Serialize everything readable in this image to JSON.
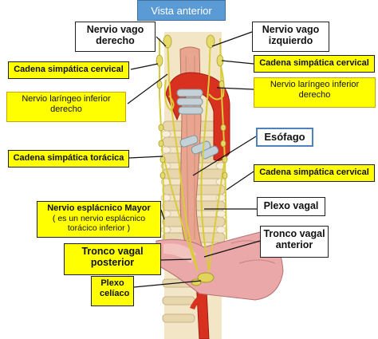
{
  "title": "Vista anterior",
  "labels": {
    "vago_derecho": "Nervio vago derecho",
    "vago_izquierdo": "Nervio vago izquierdo",
    "cadena_cervical_izq": "Cadena simpática cervical",
    "cadena_cervical_der": "Cadena simpática cervical",
    "laringeo_derecho_left": "Nervio laríngeo inferior derecho",
    "laringeo_derecho_right": "Nervio laríngeo inferior derecho",
    "esofago": "Esófago",
    "cadena_toracica": "Cadena simpática torácica",
    "cadena_cervical_lower": "Cadena simpática cervical",
    "esplacnico_line1": "Nervio esplácnico Mayor",
    "esplacnico_line2": "( es un nervio esplácnico torácico inferior )",
    "plexo_vagal": "Plexo vagal",
    "tronco_posterior": "Tronco vagal posterior",
    "tronco_anterior": "Tronco vagal anterior",
    "plexo_celiaco": "Plexo celíaco"
  },
  "colors": {
    "title_bg": "#5b9bd5",
    "label_yellow": "#ffff00",
    "nerve": "#d8cc3a",
    "artery": "#d62f1e",
    "esophagus": "#e7a38e",
    "trachea": "#b8c9d1",
    "spine": "#efe0bf",
    "stomach": "#e9a3a3"
  }
}
